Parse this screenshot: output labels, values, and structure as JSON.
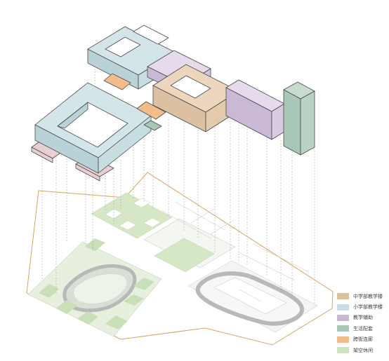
{
  "colors": {
    "middle_school": "#e6cfb6",
    "primary_school": "#cfe0e3",
    "teaching_aux": "#d8cce0",
    "living": "#b9d2c4",
    "bridge": "#f2bb8c",
    "overhead": "#d4e8c4",
    "outline": "#d9a35f",
    "track": "#bdbdbd"
  },
  "legend": {
    "items": [
      {
        "label": "中学部教学楼",
        "color": "#dcc0a2",
        "icon": "swatch"
      },
      {
        "label": "小学部教学楼",
        "color": "#c8dde2",
        "icon": "swatch"
      },
      {
        "label": "教学辅助",
        "color": "#c9b8d6",
        "icon": "swatch"
      },
      {
        "label": "生活配套",
        "color": "#a9c7b6",
        "icon": "swatch"
      },
      {
        "label": "跨街连廊",
        "color": "#f3bd8b",
        "icon": "swatch"
      },
      {
        "label": "架空休闲",
        "color": "#cde4bd",
        "icon": "swatch"
      }
    ]
  }
}
